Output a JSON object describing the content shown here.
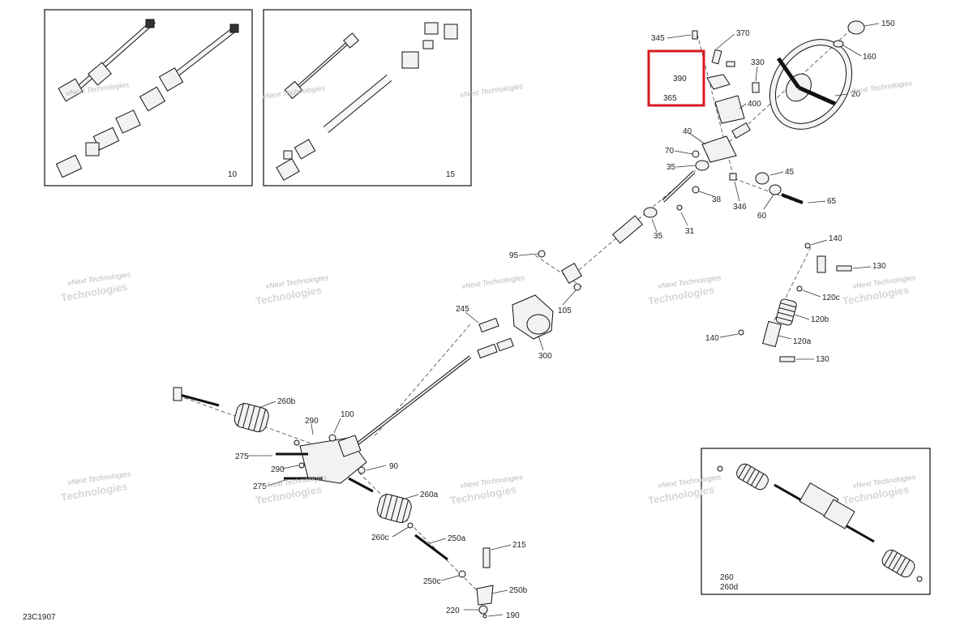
{
  "diagram_code": "23C1907",
  "watermark": {
    "line1": "vNext Technologies",
    "line2": "Technologies"
  },
  "insets": [
    {
      "id": "inset-10",
      "number": "10"
    },
    {
      "id": "inset-15",
      "number": "15"
    },
    {
      "id": "inset-260",
      "numbers": [
        "260",
        "260d"
      ]
    }
  ],
  "highlight_color": "#d7191f",
  "callouts": {
    "c345": "345",
    "c370": "370",
    "c150": "150",
    "c160": "160",
    "c330": "330",
    "c390": "390",
    "c365": "365",
    "c20": "20",
    "c400": "400",
    "c40": "40",
    "c70": "70",
    "c35a": "35",
    "c45": "45",
    "c38": "38",
    "c346": "346",
    "c65": "65",
    "c60": "60",
    "c35b": "35",
    "c31": "31",
    "c95": "95",
    "c105": "105",
    "c245": "245",
    "c300": "300",
    "c140a": "140",
    "c130a": "130",
    "c120c": "120c",
    "c120b": "120b",
    "c140b": "140",
    "c120a": "120a",
    "c130b": "130",
    "c260b": "260b",
    "c290a": "290",
    "c100": "100",
    "c275a": "275",
    "c290b": "290",
    "c90": "90",
    "c275b": "275",
    "c260a": "260a",
    "c260c": "260c",
    "c250a": "250a",
    "c215": "215",
    "c250c": "250c",
    "c250b": "250b",
    "c220": "220",
    "c190": "190"
  }
}
